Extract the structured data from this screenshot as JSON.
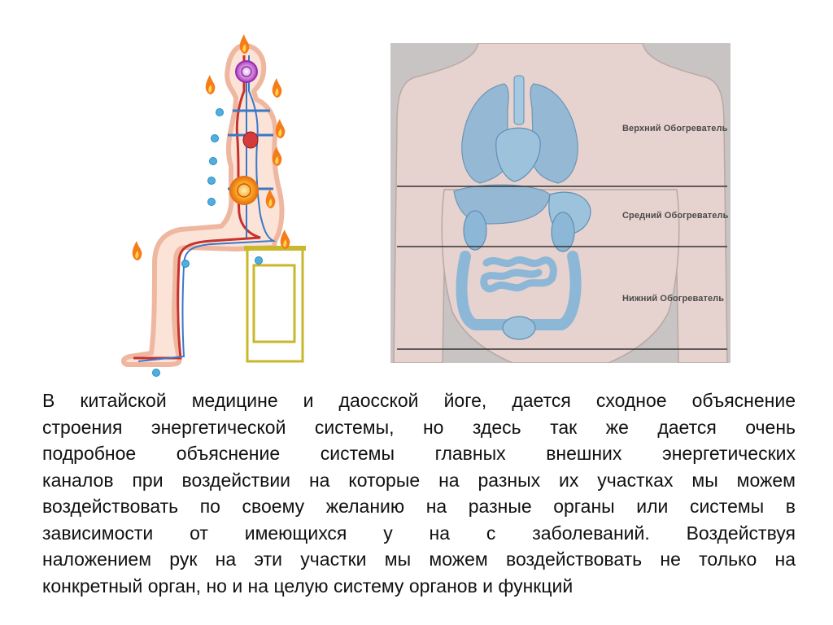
{
  "diagram": {
    "zones": {
      "upper": "Верхний Обогреватель",
      "middle": "Средний Обогреватель",
      "lower": "Нижний Обогреватель"
    }
  },
  "body_text": {
    "lines": [
      "В китайской медицине и даосской йоге, дается сходное объяснение",
      "строения энергетической системы, но здесь так же дается очень",
      "подробное объяснение системы главных  внешних энергетических",
      "каналов при воздействии на которые на разных их участках мы можем",
      "воздействовать по своему желанию на разные органы или системы в",
      "зависимости от имеющихся у на с заболеваний. Воздействуя",
      "наложением рук  на эти участки мы можем воздействовать не только на",
      "конкретный орган, но и на целую систему органов и функций"
    ]
  },
  "colors": {
    "body_outline": "#f0b7a0",
    "body_fill": "#fbe3d8",
    "channel_red": "#c8312c",
    "channel_blue": "#3a78c8",
    "stool": "#c9b72c",
    "flame": "#f57c1a",
    "water_dot": "#4fb0e0",
    "torso_bg": "#c7c4c3",
    "organ_blue": "#8db7d6"
  }
}
